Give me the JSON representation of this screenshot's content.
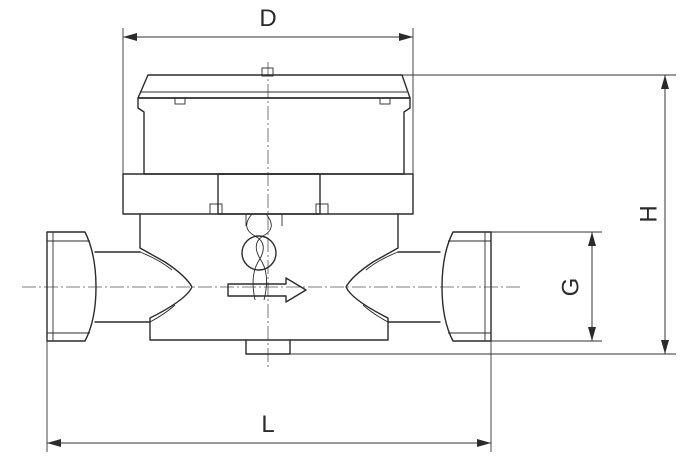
{
  "dimensions": {
    "top": "D",
    "right_height": "H",
    "right_connection": "G",
    "bottom_length": "L"
  },
  "colors": {
    "line": "#2b2b2b",
    "background": "#ffffff"
  }
}
